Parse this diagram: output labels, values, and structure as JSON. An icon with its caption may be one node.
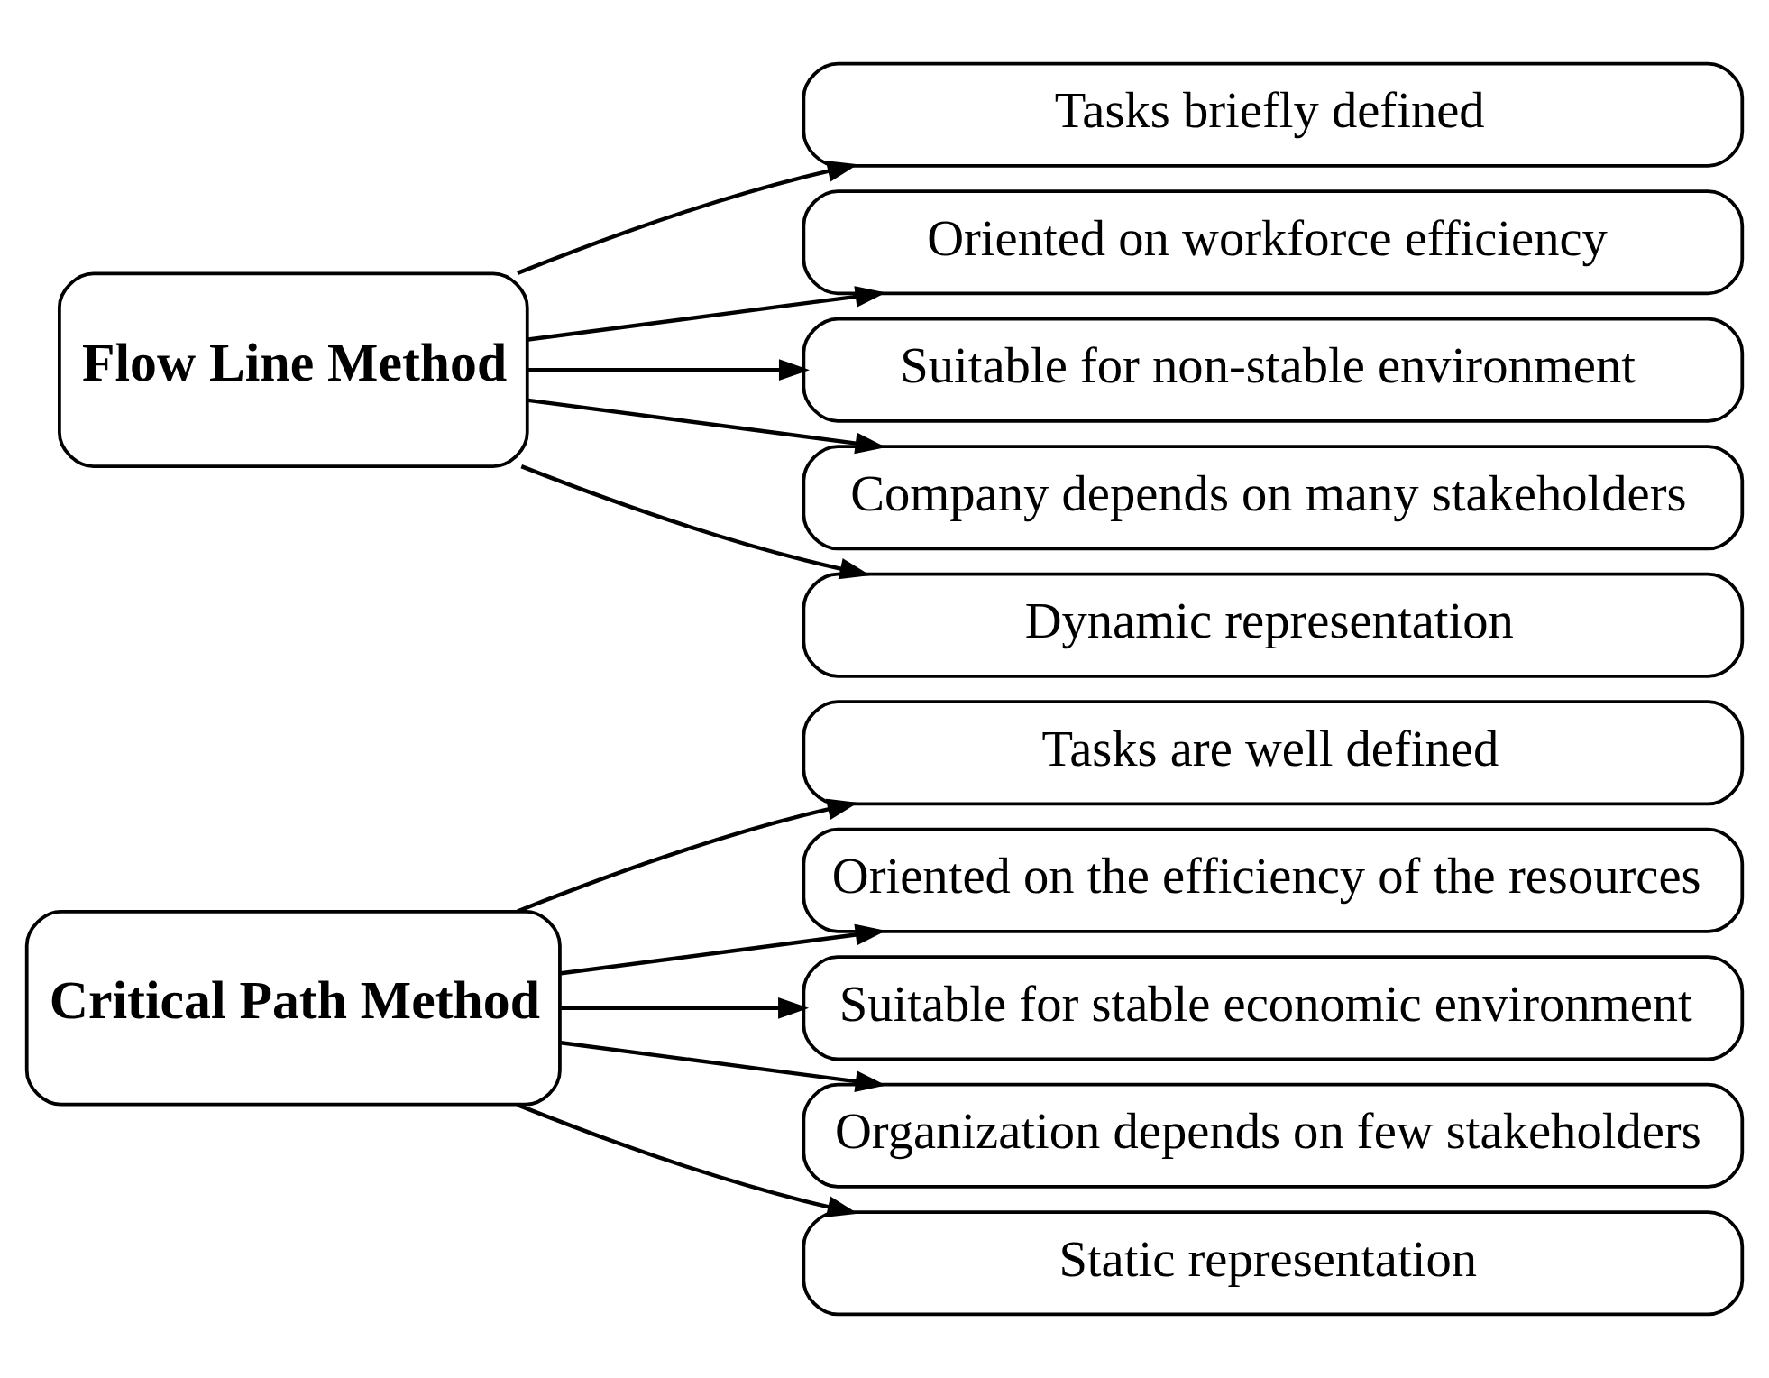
{
  "diagram": {
    "nodes": [
      {
        "text": [
          "Critical Path Method"
        ]
      },
      {
        "text": [
          "Tasks are well defined"
        ]
      },
      {
        "text": [
          "Oriented on the efficiency of the resources"
        ]
      },
      {
        "text": [
          "Suitable for stable economic environment"
        ]
      },
      {
        "text": [
          "Organization depends on few stakeholders"
        ]
      },
      {
        "text": [
          "Static representation"
        ]
      },
      {
        "text": [
          "Flow Line Method"
        ]
      },
      {
        "text": [
          "Tasks briefly defined"
        ]
      },
      {
        "text": [
          "Oriented on workforce efficiency"
        ]
      },
      {
        "text": [
          "Suitable for non-stable environment"
        ]
      },
      {
        "text": [
          "Company depends on many stakeholders"
        ]
      },
      {
        "text": [
          "Dynamic representation"
        ]
      }
    ],
    "edges": [
      {
        "from": 0,
        "to": 1,
        "arrow": "to"
      },
      {
        "from": 0,
        "to": 2,
        "arrow": "to"
      },
      {
        "from": 0,
        "to": 3,
        "arrow": "to"
      },
      {
        "from": 0,
        "to": 4,
        "arrow": "to"
      },
      {
        "from": 0,
        "to": 5,
        "arrow": "to"
      },
      {
        "from": 6,
        "to": 7,
        "arrow": "to"
      },
      {
        "from": 6,
        "to": 8,
        "arrow": "to"
      },
      {
        "from": 6,
        "to": 9,
        "arrow": "to"
      },
      {
        "from": 6,
        "to": 10,
        "arrow": "to"
      },
      {
        "from": 6,
        "to": 11,
        "arrow": "to"
      }
    ]
  }
}
